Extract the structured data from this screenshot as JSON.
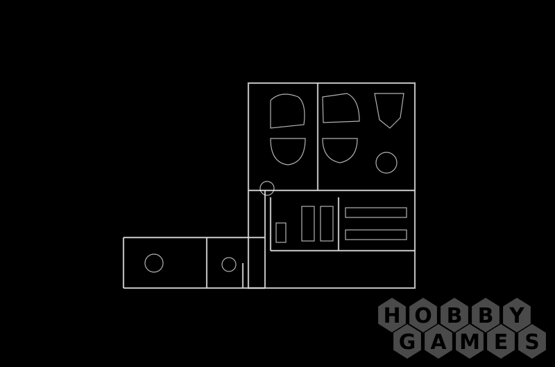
{
  "photo": {
    "subject": "clear-plastic-sprue",
    "background_color": "#000000",
    "sprue_color": "#d8d8d8"
  },
  "watermark": {
    "top_row": [
      "H",
      "O",
      "B",
      "B",
      "Y"
    ],
    "bottom_row": [
      "G",
      "A",
      "M",
      "E",
      "S"
    ],
    "hex_color": "#4a4a4a"
  }
}
